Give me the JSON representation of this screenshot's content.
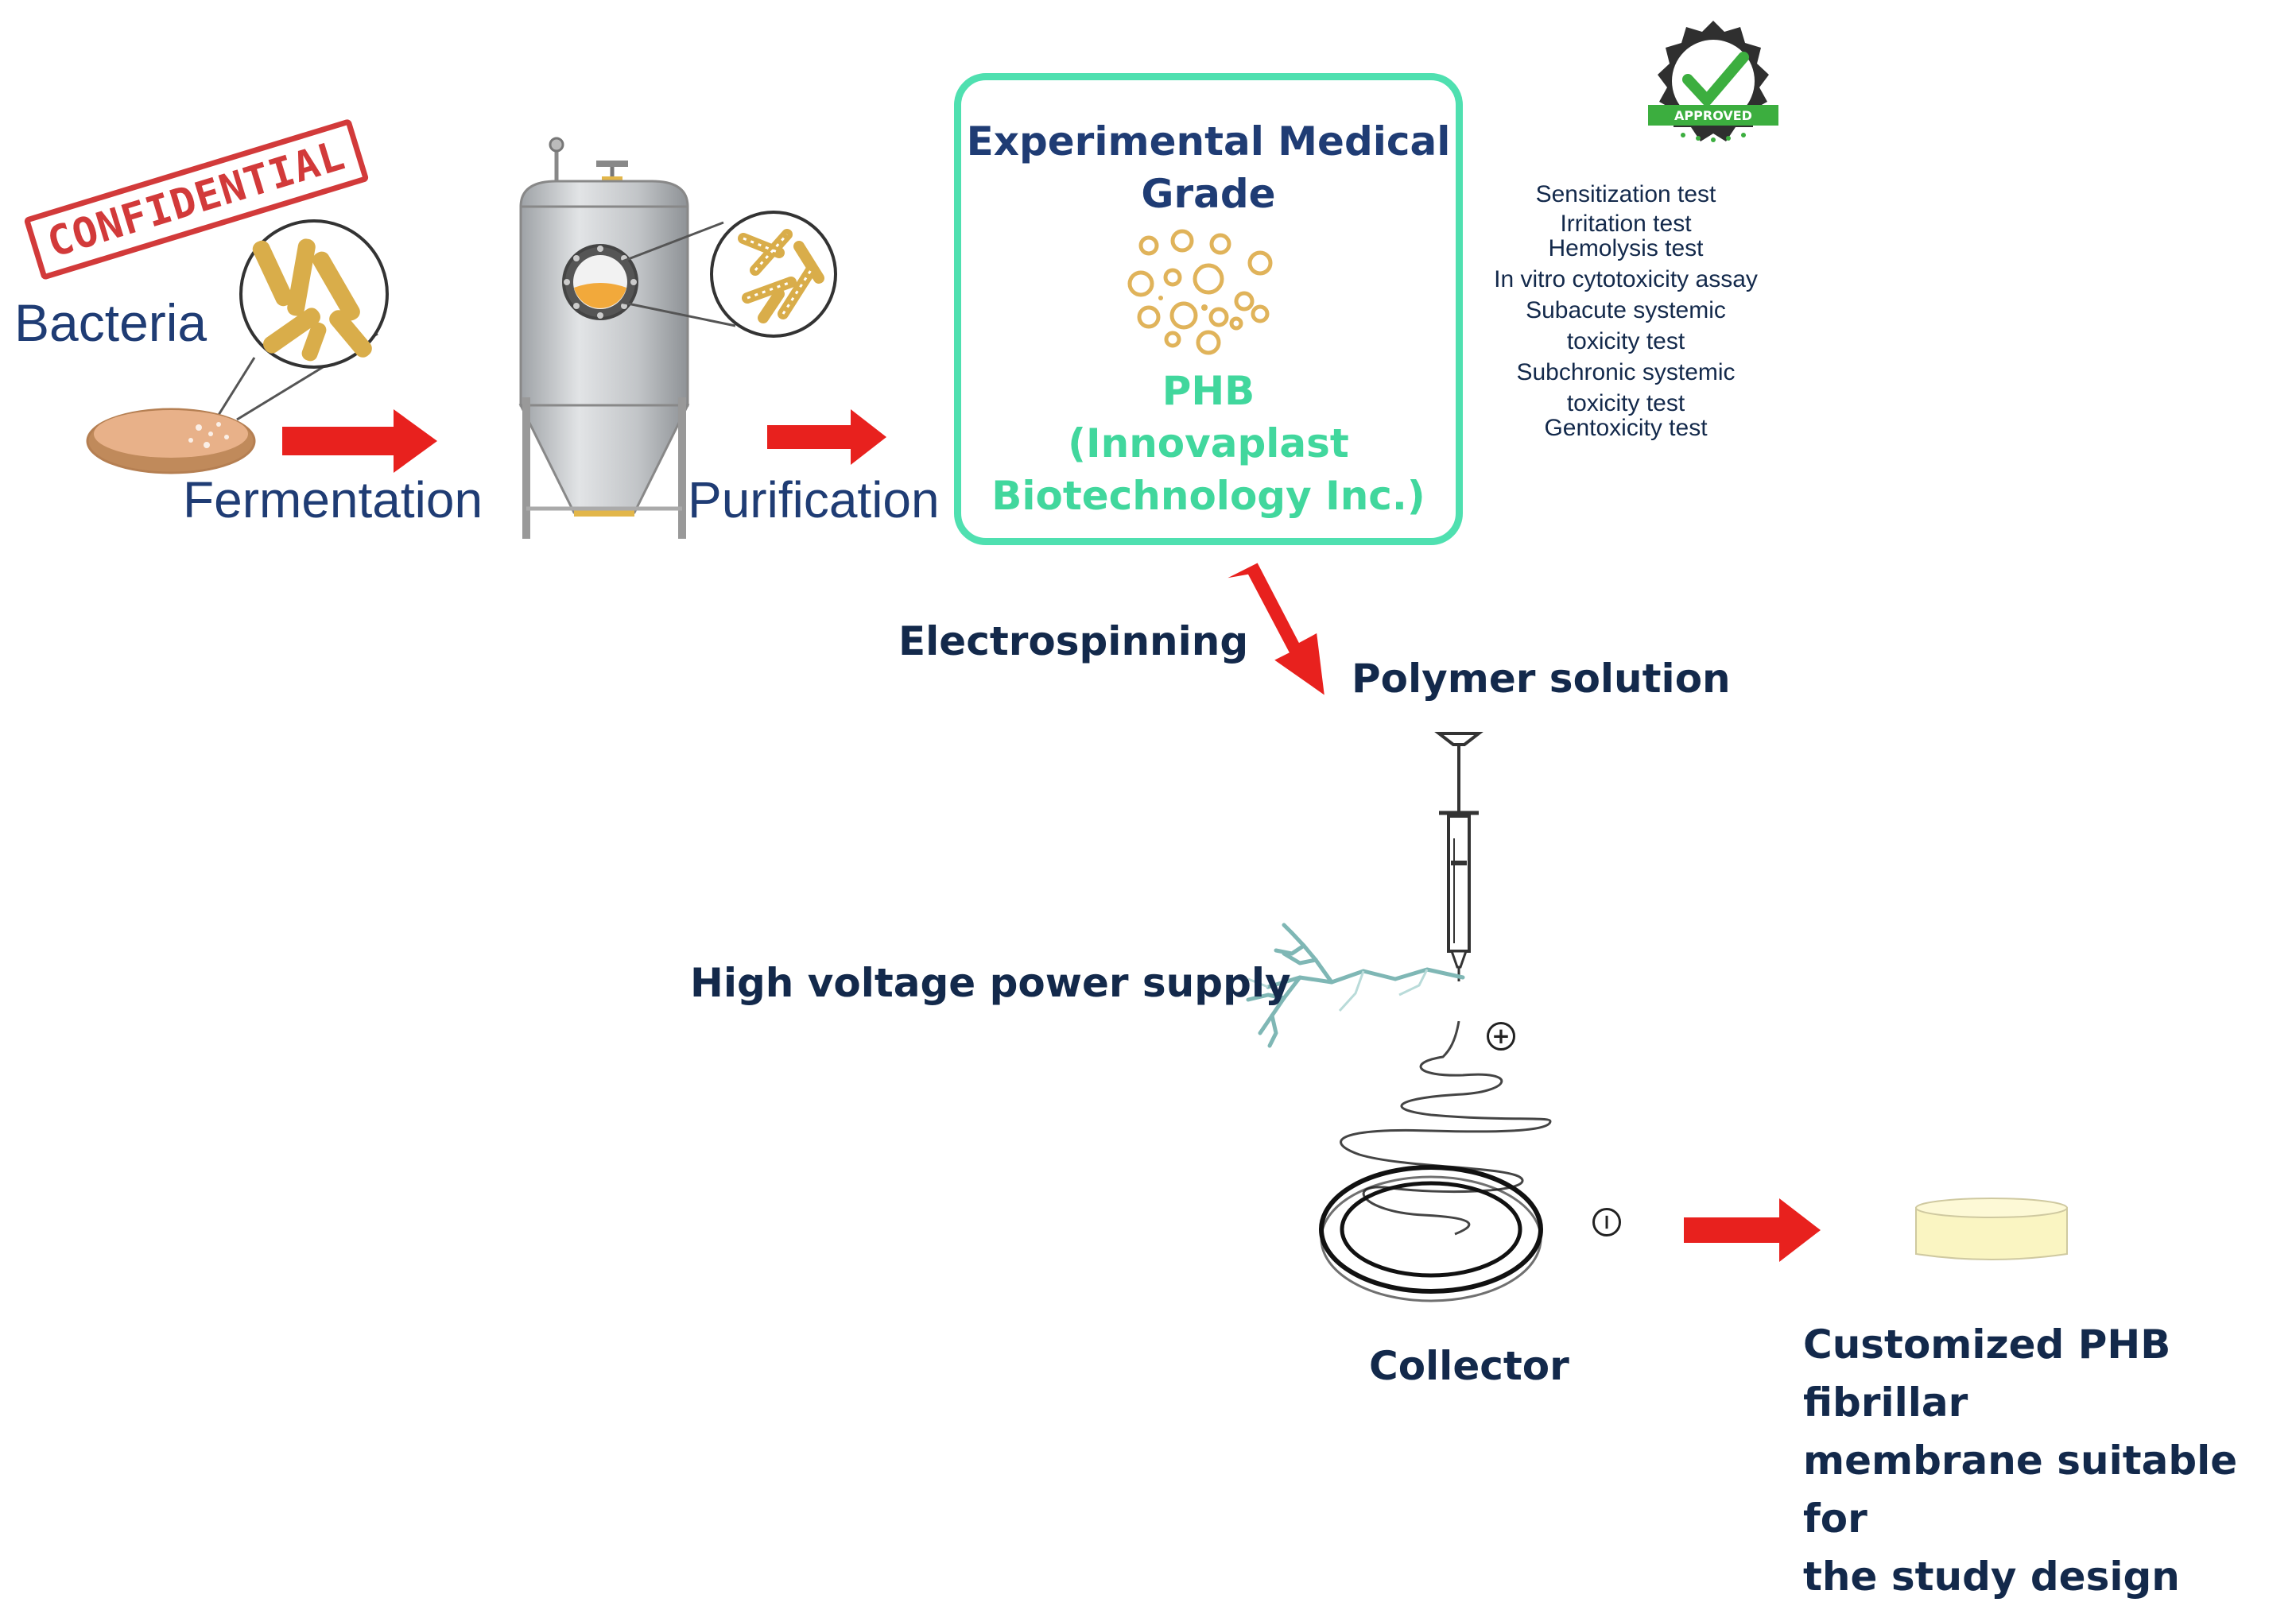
{
  "stamp": {
    "text": "CONFIDENTIAL"
  },
  "labels": {
    "bacteria": "Bacteria",
    "fermentation": "Fermentation",
    "purification": "Purification",
    "electrospinning": "Electrospinning",
    "polymer_solution": "Polymer solution",
    "high_voltage": "High voltage power supply",
    "collector": "Collector",
    "membrane_line1": "Customized PHB fibrillar",
    "membrane_line2": "membrane suitable for",
    "membrane_line3": "the study design"
  },
  "grade_box": {
    "title_line1": "Experimental Medical",
    "title_line2": "Grade",
    "phb": "PHB",
    "company_line1": "(Innovaplast",
    "company_line2": "Biotechnology Inc.)"
  },
  "badge": {
    "text": "APPROVED"
  },
  "tests": [
    "Sensitization test",
    "Irritation test",
    "Hemolysis test",
    "In vitro cytotoxicity assay",
    "Subacute systemic",
    "toxicity test",
    "Subchronic systemic",
    "toxicity test",
    "Gentoxicity test"
  ],
  "symbols": {
    "positive": "+",
    "negative": "−"
  },
  "colors": {
    "arrow": "#e8211e",
    "box_border": "#4fe0b0",
    "phb_green": "#41d79d",
    "bacteria_gold": "#d9ad4a",
    "label_blue": "#1f3c74",
    "label_navy": "#13294b"
  }
}
